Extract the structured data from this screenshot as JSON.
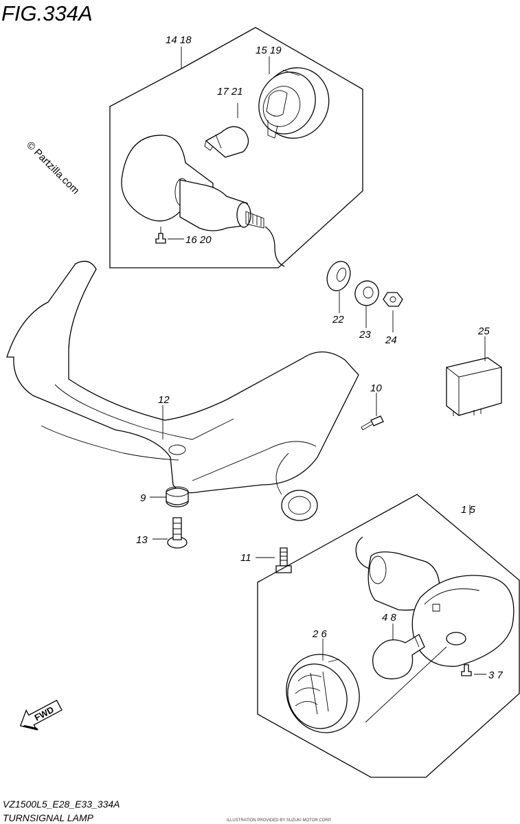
{
  "figure": {
    "title": "FIG.334A",
    "watermark": "© Partzilla.com",
    "model_code": "VZ1500L5_E28_E33_334A",
    "subtitle": "TURNSIGNAL LAMP",
    "fine_print": "ILLUSTRATION PROVIDED BY SUZUKI MOTOR CORP."
  },
  "fwd_label": "FWD",
  "callouts": {
    "c14_18": "14 18",
    "c15_19": "15 19",
    "c17_21": "17 21",
    "c16_20": "16 20",
    "c22": "22",
    "c23": "23",
    "c24": "24",
    "c25": "25",
    "c10": "10",
    "c12": "12",
    "c9": "9",
    "c13": "13",
    "c11": "11",
    "c1_5": "1 5",
    "c2_6": "2 6",
    "c4_8": "4 8",
    "c3_7": "3 7"
  }
}
